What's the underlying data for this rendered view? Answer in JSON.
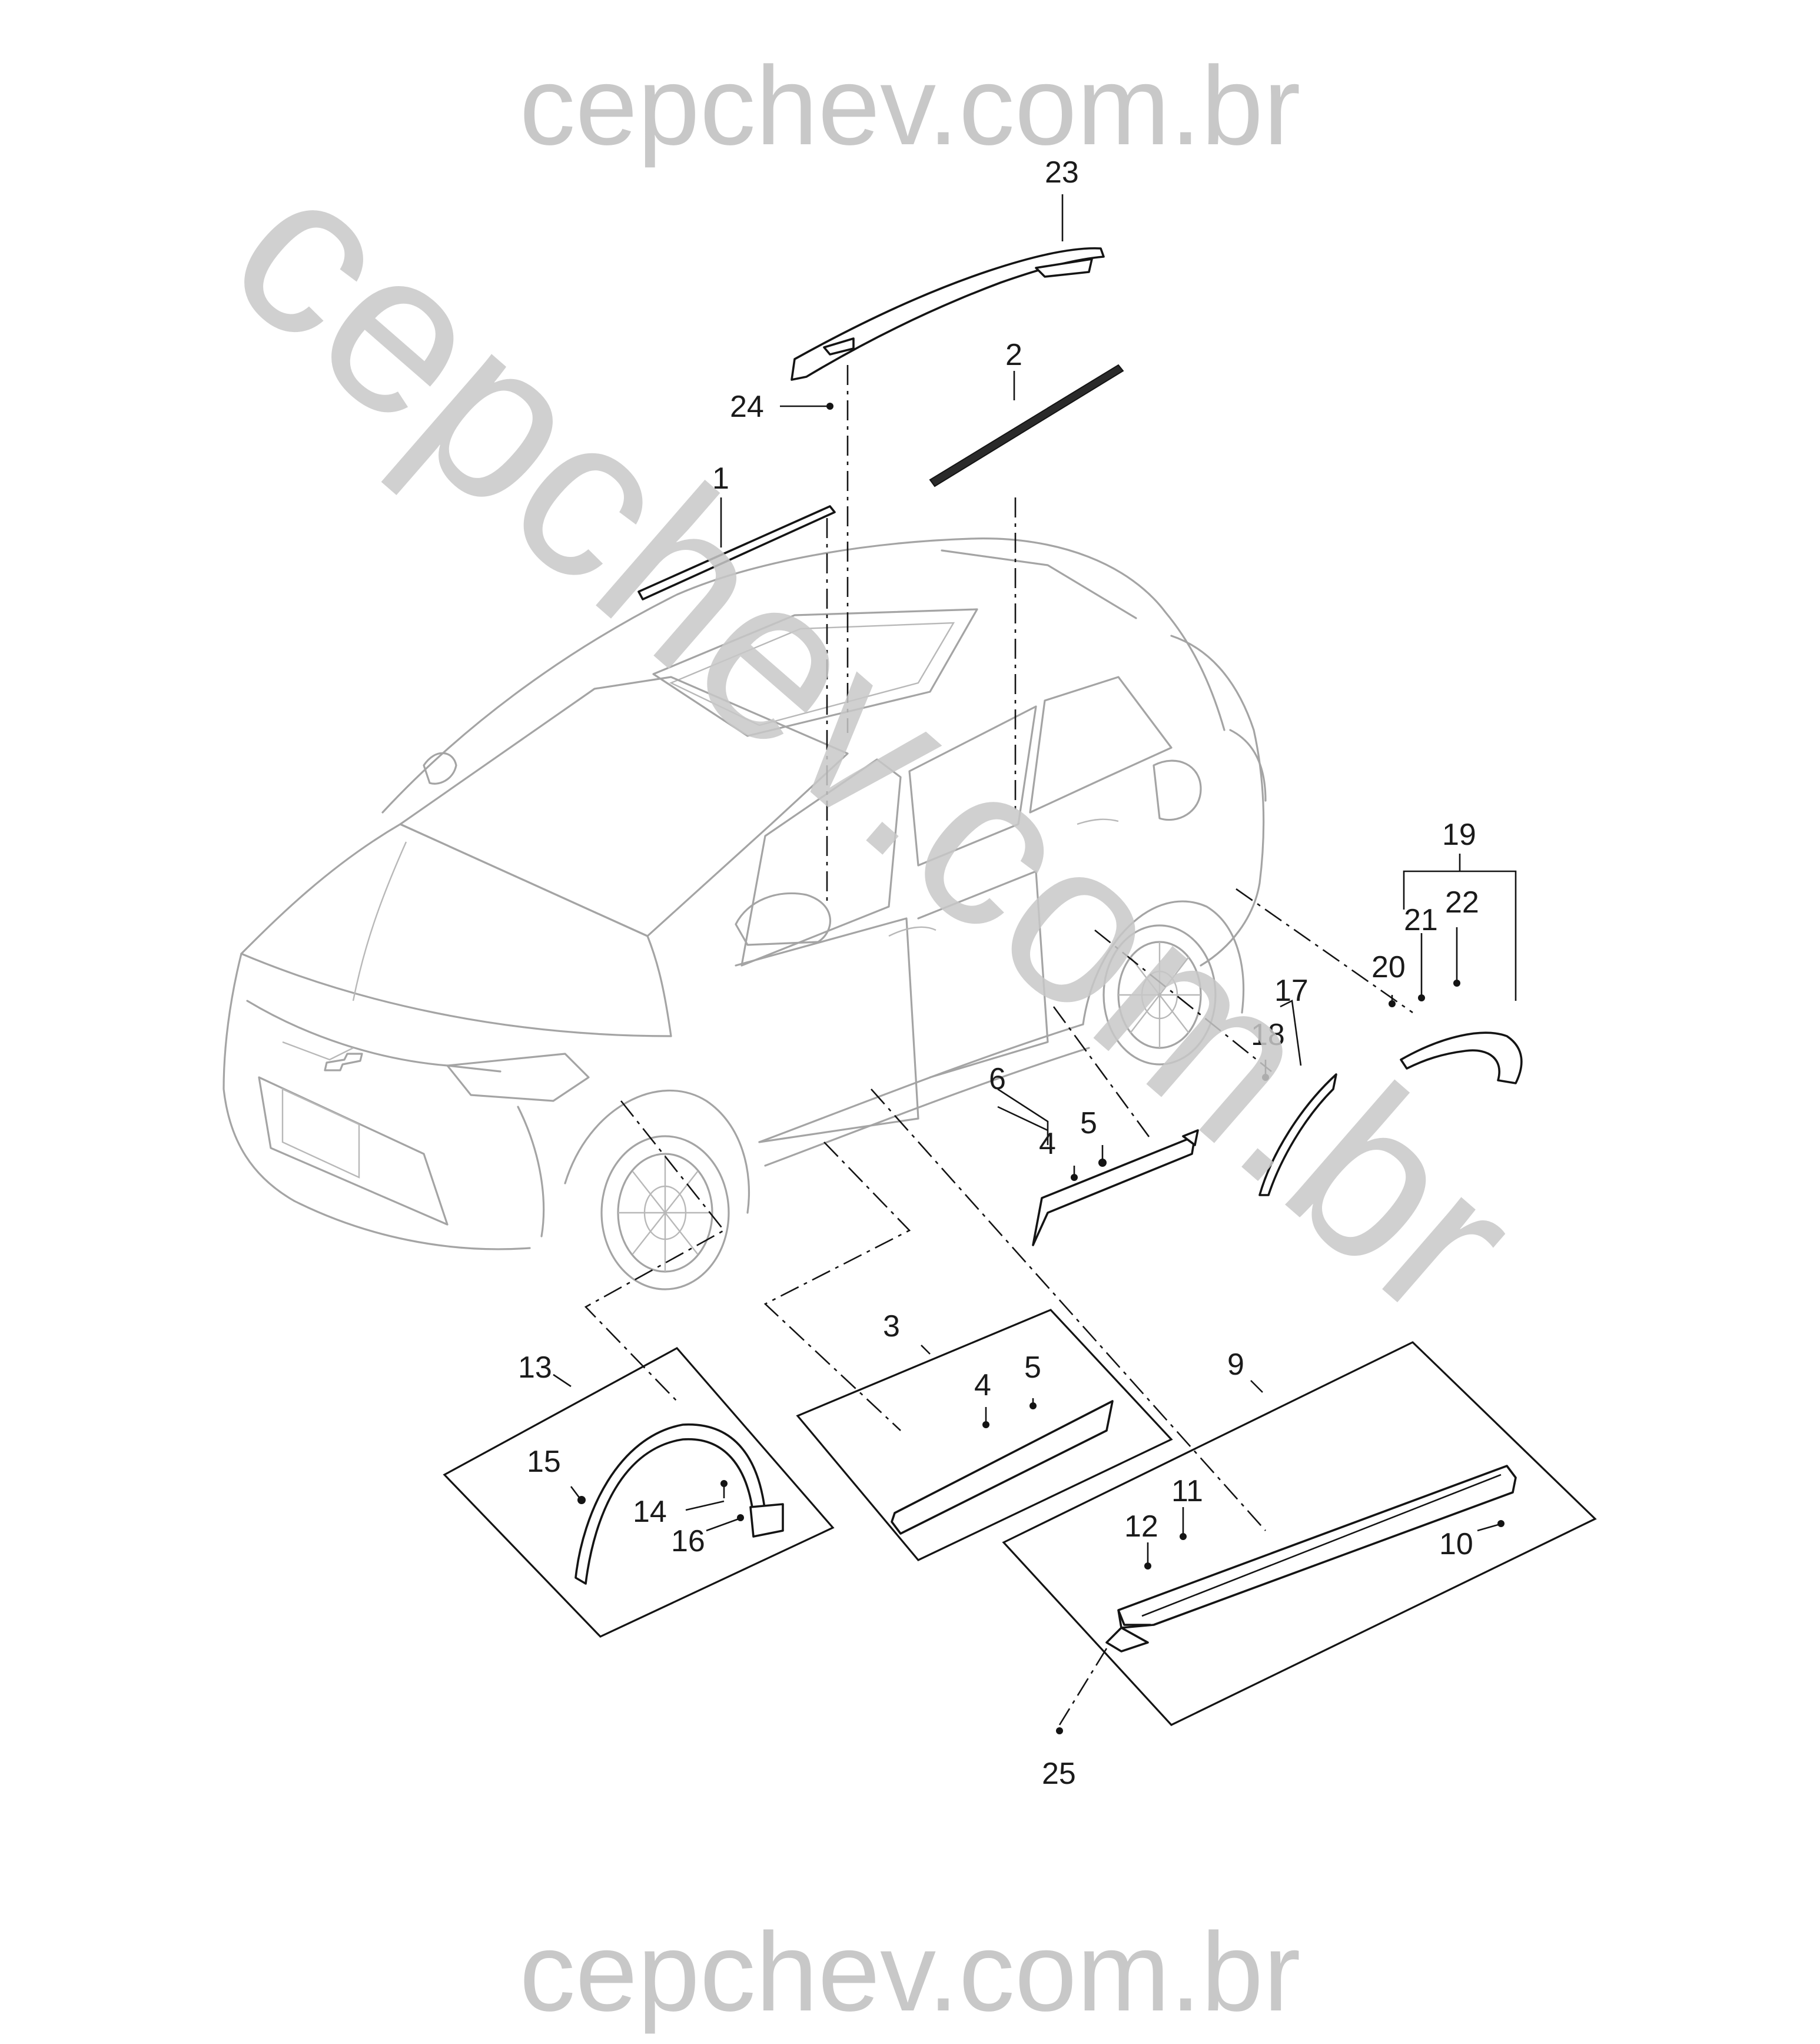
{
  "watermark": {
    "top": "cepchev.com.br",
    "bottom": "cepchev.com.br",
    "diagonal": "cepchev.com.br"
  },
  "callouts": {
    "c1": "1",
    "c2": "2",
    "c3": "3",
    "c4a": "4",
    "c4b": "4",
    "c5a": "5",
    "c5b": "5",
    "c6": "6",
    "c9": "9",
    "c10": "10",
    "c11": "11",
    "c12": "12",
    "c13": "13",
    "c14": "14",
    "c15": "15",
    "c16": "16",
    "c17": "17",
    "c18": "18",
    "c19": "19",
    "c20": "20",
    "c21": "21",
    "c22": "22",
    "c23": "23",
    "c24": "24",
    "c25": "25"
  },
  "colors": {
    "line": "#141414",
    "car_outline": "#a4a4a4",
    "watermark": "#c8c8c8",
    "background": "#ffffff"
  }
}
